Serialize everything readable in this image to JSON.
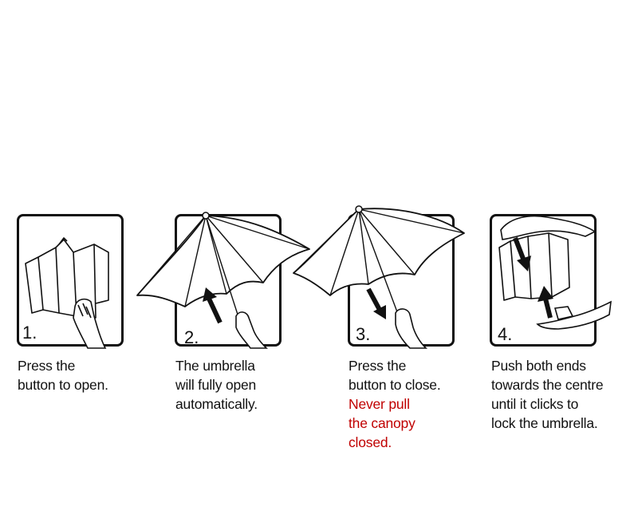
{
  "colors": {
    "ink": "#111111",
    "warning": "#c00000",
    "background": "#ffffff"
  },
  "steps": [
    {
      "number": "1.",
      "caption_lines": [
        "Press the",
        "button to open."
      ]
    },
    {
      "number": "2.",
      "caption_lines": [
        "The umbrella",
        "will fully open",
        "automatically."
      ]
    },
    {
      "number": "3.",
      "caption_lines": [
        "Press the",
        "button to close."
      ],
      "warning_lines": [
        "Never pull",
        "the canopy",
        "closed."
      ]
    },
    {
      "number": "4.",
      "caption_lines": [
        "Push both ends",
        "towards the centre",
        "until it clicks to",
        "lock the umbrella."
      ]
    }
  ]
}
